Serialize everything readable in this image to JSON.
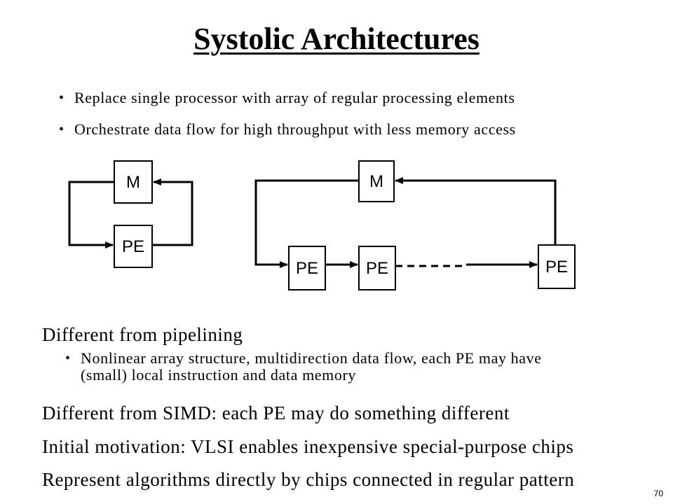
{
  "title": "Systolic Architectures",
  "top_bullets": [
    "Replace single processor with array of regular processing elements",
    "Orchestrate data flow for high throughput with less memory access"
  ],
  "diagram": {
    "left": {
      "memory_label": "M",
      "pe_label": "PE"
    },
    "right": {
      "memory_label": "M",
      "pe_labels": [
        "PE",
        "PE",
        "PE"
      ]
    }
  },
  "pipelining": {
    "heading": "Different from pipelining",
    "bullet_line1": "Nonlinear array structure, multidirection data flow, each PE may have",
    "bullet_line2": "(small) local instruction and data memory"
  },
  "points": [
    "Different from SIMD: each PE may do something different",
    "Initial motivation: VLSI enables inexpensive special-purpose chips",
    "Represent algorithms directly by chips connected in regular pattern"
  ],
  "slide_number": "70"
}
